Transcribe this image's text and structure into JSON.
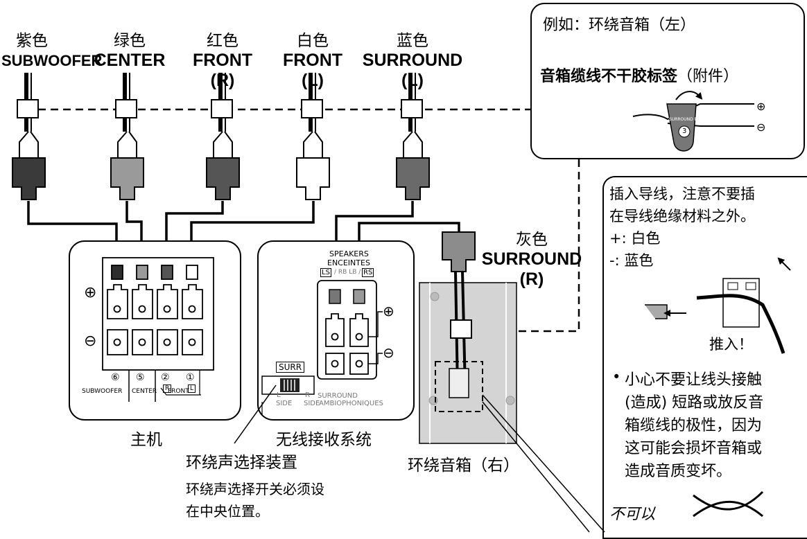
{
  "speakers": [
    {
      "color": "紫色",
      "name": "SUBWOOFER",
      "side": ""
    },
    {
      "color": "绿色",
      "name": "CENTER",
      "side": ""
    },
    {
      "color": "红色",
      "name": "FRONT",
      "side": "(R)"
    },
    {
      "color": "白色",
      "name": "FRONT",
      "side": "(L)"
    },
    {
      "color": "蓝色",
      "name": "SURROUND",
      "side": "(L)"
    }
  ],
  "surround_right": {
    "color": "灰色",
    "name": "SURROUND",
    "side": "(R)"
  },
  "example_box": {
    "title": "例如：环绕音箱（左）",
    "sticker_bold": "音箱缆线不干胶标签",
    "sticker_note": "（附件）",
    "sticker_text": "SURROUND R",
    "sticker_num": "3",
    "plus": "⊕",
    "minus": "⊖"
  },
  "instruction_box": {
    "line1": "插入导线，注意不要插",
    "line2": "在导线绝缘材料之外。",
    "plus_label": "+: 白色",
    "minus_label": "-: 蓝色",
    "push": "推入！",
    "bullet": "•",
    "caution_lines": [
      "小心不要让线头接触",
      "(造成) 短路或放反音",
      "箱缆线的极性，因为",
      "这可能会损坏音箱或",
      "造成音质变坏。"
    ],
    "no": "不可以"
  },
  "main_unit": {
    "caption": "主机",
    "plus": "⊕",
    "minus": "⊖",
    "channel_nums": [
      "⑥",
      "⑤",
      "②",
      "①"
    ],
    "channel_sides": [
      "",
      "",
      "R",
      "L"
    ],
    "labels": [
      "SUBWOOFER",
      "CENTER",
      "FRONT"
    ]
  },
  "receiver": {
    "caption": "无线接收系统",
    "header1": "SPEAKERS",
    "header2": "ENCEINTES",
    "ls": "LS",
    "mid": "/ RB LB /",
    "rs": "RS",
    "plus": "⊕",
    "minus": "⊖",
    "switch_label": "SURR",
    "switch_l": "L",
    "switch_r": "R",
    "side1": "SIDE",
    "side2": "SIDE",
    "surround1": "SURROUND",
    "surround2": "AMBIOPHONIQUES"
  },
  "surround_selector": {
    "title": "环绕声选择装置",
    "desc1": "环绕声选择开关必须设",
    "desc2": "在中央位置。"
  },
  "right_speaker_caption": "环绕音箱（右）",
  "colors": {
    "purple_plug": "#3a3a3a",
    "green_plug": "#9a9a9a",
    "red_plug": "#555555",
    "white_plug": "#ffffff",
    "blue_plug": "#6a6a6a",
    "gray_plug": "#8c8c8c",
    "speaker_panel": "#d4d4d4"
  }
}
